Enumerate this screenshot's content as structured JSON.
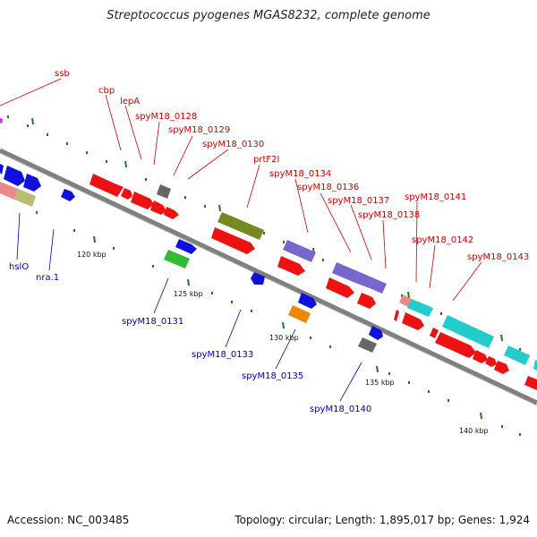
{
  "title": "Streptococcus pyogenes MGAS8232, complete genome",
  "footer": {
    "accession": "Accession: NC_003485",
    "stats": "Topology: circular; Length: 1,895,017 bp; Genes: 1,924"
  },
  "colors": {
    "backbone": "#888888",
    "red_gene": "#ee1111",
    "blue_gene": "#1111dd",
    "label_red": "#cc0000",
    "label_blue": "#0000aa",
    "tick_green": "#227722",
    "olive_gene": "#778822",
    "purple_gene": "#7766cc",
    "cyan_gene": "#22cccc",
    "gray_gene": "#666666",
    "green_gene": "#33bb33",
    "orange_gene": "#ee8800",
    "pink_gene": "#ee8888",
    "khaki_gene": "#bbbb77"
  },
  "scale_labels": [
    "120 kbp",
    "125 kbp",
    "130 kbp",
    "135 kbp",
    "140 kbp"
  ],
  "upper_gene_labels": [
    "ssb",
    "cbp",
    "lepA",
    "spyM18_0128",
    "spyM18_0129",
    "spyM18_0130",
    "prtF2I",
    "spyM18_0134",
    "spyM18_0136",
    "spyM18_0137",
    "spyM18_0138",
    "spyM18_0141",
    "spyM18_0142",
    "spyM18_0143"
  ],
  "lower_gene_labels": [
    "hslO",
    "nra.1",
    "spyM18_0131",
    "spyM18_0133",
    "spyM18_0135",
    "spyM18_0140"
  ]
}
